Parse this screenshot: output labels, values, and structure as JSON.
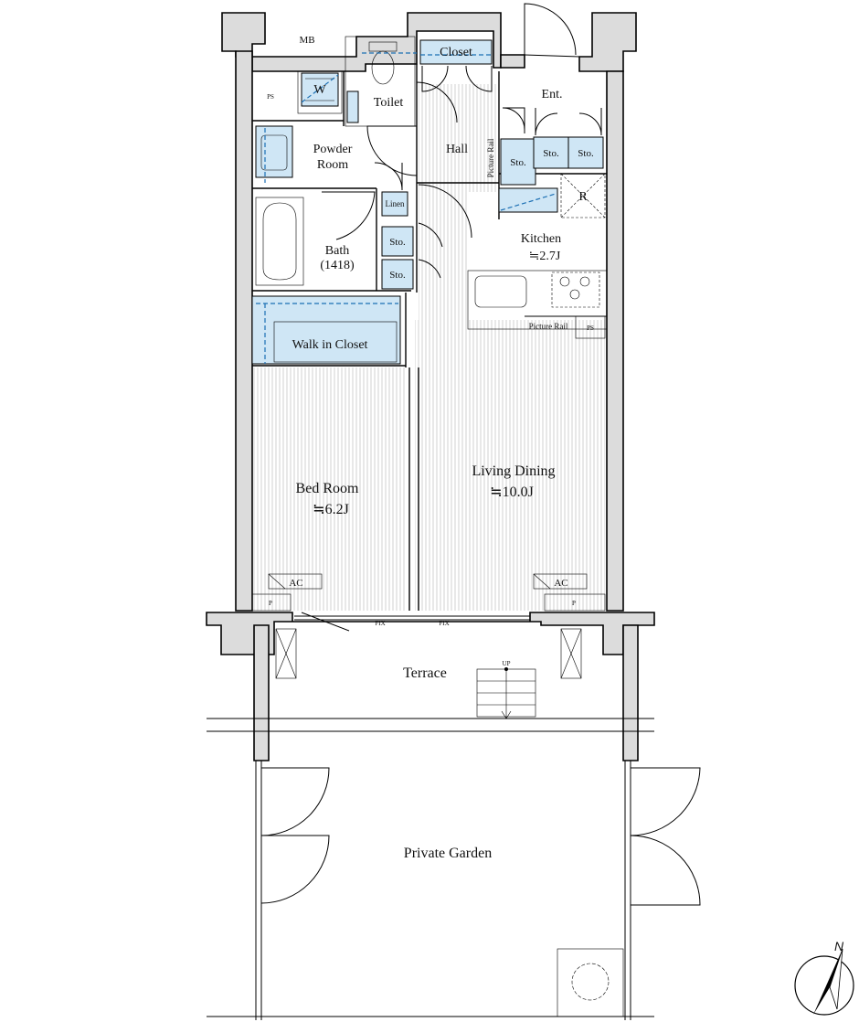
{
  "rooms": {
    "mb": "MB",
    "ps_top": "PS",
    "washer": "W",
    "toilet": "Toilet",
    "closet": "Closet",
    "entrance": "Ent.",
    "powder_line1": "Powder",
    "powder_line2": "Room",
    "hall": "Hall",
    "picture_rail_hall": "Picture Rail",
    "storage": "Sto.",
    "fridge": "R",
    "linen": "Linen",
    "bath": "Bath",
    "bath_size": "(1418)",
    "kitchen": "Kitchen",
    "kitchen_area": "≒2.7J",
    "picture_rail_kitchen": "Picture Rail",
    "ps_kitchen": "PS",
    "walk_in_closet": "Walk in Closet",
    "bedroom": "Bed Room",
    "bedroom_area": "≒6.2J",
    "living": "Living Dining",
    "living_area": "≒10.0J",
    "ac": "AC",
    "pipe": "P",
    "fix": "FIX",
    "terrace": "Terrace",
    "stairs_up": "UP",
    "garden": "Private Garden"
  },
  "compass": {
    "north": "N"
  }
}
